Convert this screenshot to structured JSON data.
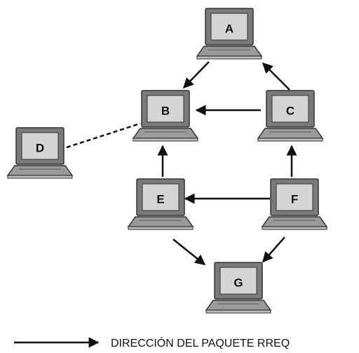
{
  "diagram": {
    "nodes": [
      {
        "id": "A",
        "label": "A"
      },
      {
        "id": "B",
        "label": "B"
      },
      {
        "id": "C",
        "label": "C"
      },
      {
        "id": "D",
        "label": "D"
      },
      {
        "id": "E",
        "label": "E"
      },
      {
        "id": "F",
        "label": "F"
      },
      {
        "id": "G",
        "label": "G"
      }
    ],
    "edges": [
      {
        "from": "A",
        "to": "B",
        "style": "arrow"
      },
      {
        "from": "C",
        "to": "A",
        "style": "arrow"
      },
      {
        "from": "C",
        "to": "B",
        "style": "arrow"
      },
      {
        "from": "D",
        "to": "B",
        "style": "dashed"
      },
      {
        "from": "E",
        "to": "B",
        "style": "arrow"
      },
      {
        "from": "F",
        "to": "C",
        "style": "arrow"
      },
      {
        "from": "F",
        "to": "E",
        "style": "arrow"
      },
      {
        "from": "E",
        "to": "G",
        "style": "arrow"
      },
      {
        "from": "F",
        "to": "G",
        "style": "arrow"
      }
    ],
    "legend": {
      "label": "DIRECCIÓN DEL PAQUETE RREQ"
    }
  },
  "colors": {
    "line": "#111111",
    "laptop_outline": "#333333",
    "laptop_fill": "#7a7a7a",
    "screen_fill": "#d4d4d4"
  }
}
